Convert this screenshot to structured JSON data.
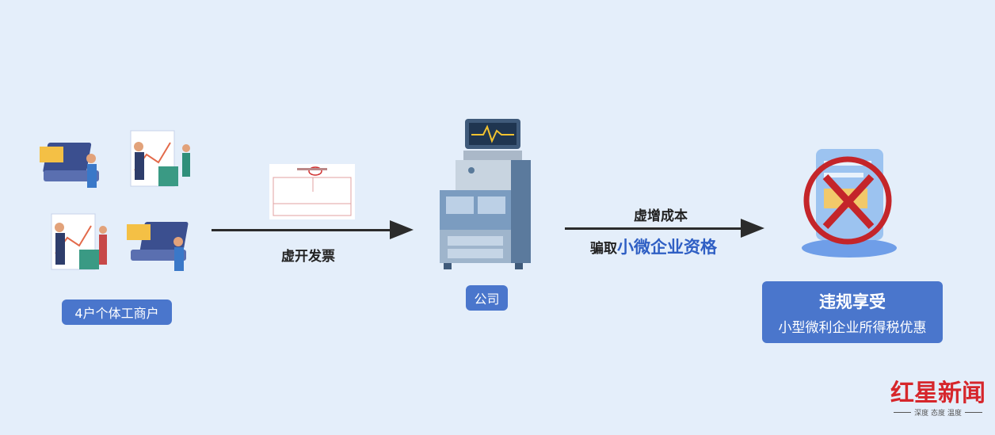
{
  "left": {
    "label": "4户个体工商户"
  },
  "arrow1": {
    "label": "虚开发票"
  },
  "company": {
    "label": "公司"
  },
  "arrow2": {
    "line1": "虚增成本",
    "line2_prefix": "骗取",
    "line2_highlight": "小微企业资格"
  },
  "result": {
    "title": "违规享受",
    "subtitle": "小型微利企业所得税优惠"
  },
  "watermark": {
    "brand": "红星新闻",
    "slogan": "深度 态度 温度"
  },
  "colors": {
    "background": "#e4eefa",
    "label_blue": "#4a76cc",
    "highlight": "#2f5fc4",
    "brand_red": "#d6262b"
  }
}
